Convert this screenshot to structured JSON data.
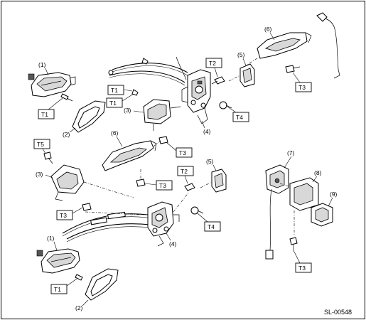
{
  "diagram_code": "SL-00548",
  "part_callouts": {
    "p1_top": "(1)",
    "p2_top": "(2)",
    "p3_top": "(3)",
    "p4_top": "(4)",
    "p5_top": "(5)",
    "p6_top": "(6)",
    "p1_bottom": "(1)",
    "p2_bottom": "(2)",
    "p3_bottom": "(3)",
    "p4_bottom": "(4)",
    "p5_bottom": "(5)",
    "p6_bottom": "(6)",
    "p7": "(7)",
    "p8": "(8)",
    "p9": "(9)"
  },
  "torque_tags": {
    "t1_a": "T1",
    "t1_b": "T1",
    "t1_c": "T1",
    "t2_a": "T2",
    "t2_b": "T2",
    "t3_a": "T3",
    "t3_b": "T3",
    "t3_c": "T3",
    "t3_d": "T3",
    "t3_e": "T3",
    "t4_a": "T4",
    "t4_b": "T4",
    "t5": "T5"
  }
}
